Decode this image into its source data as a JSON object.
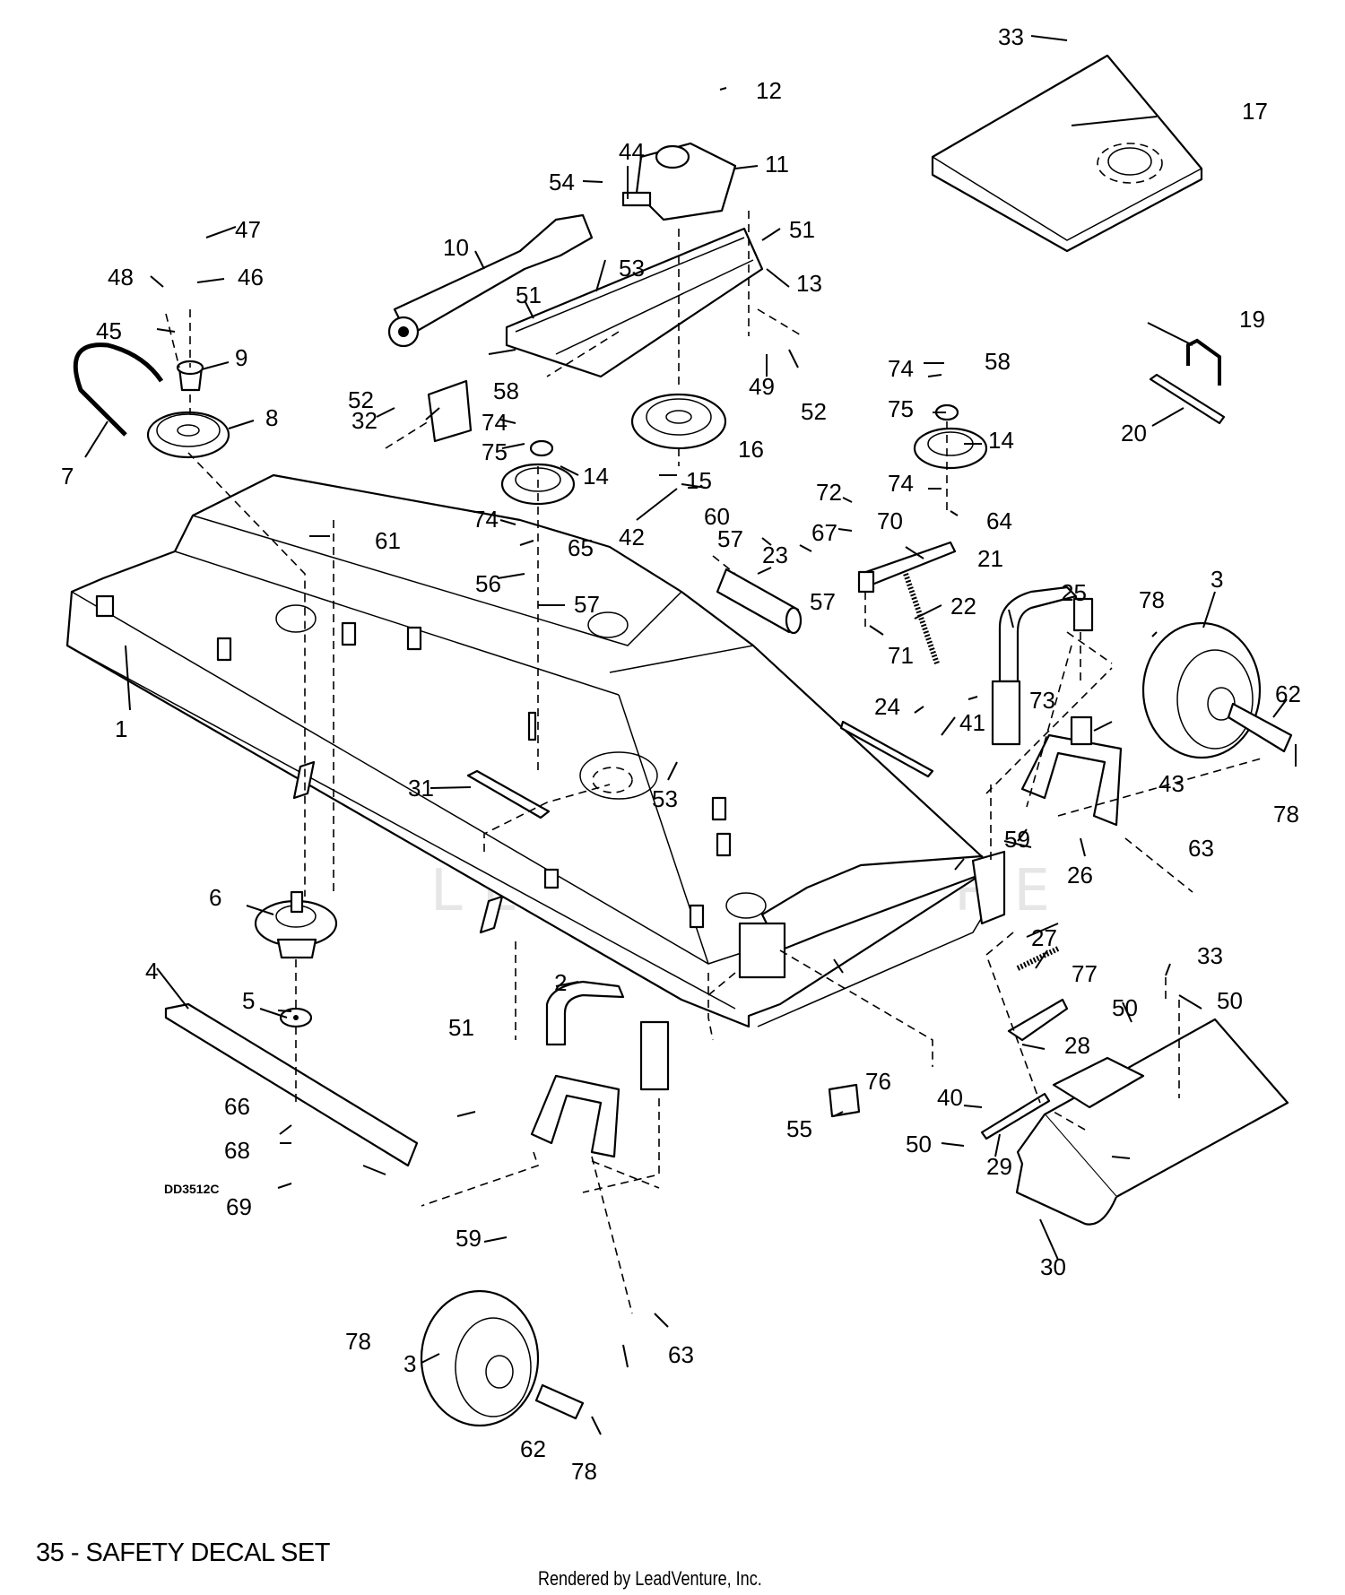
{
  "diagram": {
    "title": "Mower Deck Parts Diagram",
    "code": "DD3512C",
    "watermark": "LEADVENTURE",
    "footnote": "35 - SAFETY DECAL SET",
    "rendered_by": "Rendered by LeadVenture, Inc.",
    "labels": [
      {
        "id": "1",
        "text": "1"
      },
      {
        "id": "2",
        "text": "2"
      },
      {
        "id": "3a",
        "text": "3"
      },
      {
        "id": "3b",
        "text": "3"
      },
      {
        "id": "4",
        "text": "4"
      },
      {
        "id": "5",
        "text": "5"
      },
      {
        "id": "6",
        "text": "6"
      },
      {
        "id": "7",
        "text": "7"
      },
      {
        "id": "8",
        "text": "8"
      },
      {
        "id": "9",
        "text": "9"
      },
      {
        "id": "10",
        "text": "10"
      },
      {
        "id": "11",
        "text": "11"
      },
      {
        "id": "12",
        "text": "12"
      },
      {
        "id": "13",
        "text": "13"
      },
      {
        "id": "14a",
        "text": "14"
      },
      {
        "id": "14b",
        "text": "14"
      },
      {
        "id": "15",
        "text": "15"
      },
      {
        "id": "16",
        "text": "16"
      },
      {
        "id": "17",
        "text": "17"
      },
      {
        "id": "19",
        "text": "19"
      },
      {
        "id": "20",
        "text": "20"
      },
      {
        "id": "21",
        "text": "21"
      },
      {
        "id": "22",
        "text": "22"
      },
      {
        "id": "23",
        "text": "23"
      },
      {
        "id": "24",
        "text": "24"
      },
      {
        "id": "25",
        "text": "25"
      },
      {
        "id": "26",
        "text": "26"
      },
      {
        "id": "27",
        "text": "27"
      },
      {
        "id": "28",
        "text": "28"
      },
      {
        "id": "29",
        "text": "29"
      },
      {
        "id": "30",
        "text": "30"
      },
      {
        "id": "31",
        "text": "31"
      },
      {
        "id": "32",
        "text": "32"
      },
      {
        "id": "33a",
        "text": "33"
      },
      {
        "id": "33b",
        "text": "33"
      },
      {
        "id": "40",
        "text": "40"
      },
      {
        "id": "41",
        "text": "41"
      },
      {
        "id": "42",
        "text": "42"
      },
      {
        "id": "43",
        "text": "43"
      },
      {
        "id": "44",
        "text": "44"
      },
      {
        "id": "45",
        "text": "45"
      },
      {
        "id": "46",
        "text": "46"
      },
      {
        "id": "47",
        "text": "47"
      },
      {
        "id": "48",
        "text": "48"
      },
      {
        "id": "49",
        "text": "49"
      },
      {
        "id": "50a",
        "text": "50"
      },
      {
        "id": "50b",
        "text": "50"
      },
      {
        "id": "50c",
        "text": "50"
      },
      {
        "id": "51a",
        "text": "51"
      },
      {
        "id": "51b",
        "text": "51"
      },
      {
        "id": "51c",
        "text": "51"
      },
      {
        "id": "52a",
        "text": "52"
      },
      {
        "id": "52b",
        "text": "52"
      },
      {
        "id": "53a",
        "text": "53"
      },
      {
        "id": "53b",
        "text": "53"
      },
      {
        "id": "54",
        "text": "54"
      },
      {
        "id": "55",
        "text": "55"
      },
      {
        "id": "56",
        "text": "56"
      },
      {
        "id": "57a",
        "text": "57"
      },
      {
        "id": "57b",
        "text": "57"
      },
      {
        "id": "57c",
        "text": "57"
      },
      {
        "id": "58a",
        "text": "58"
      },
      {
        "id": "58b",
        "text": "58"
      },
      {
        "id": "59a",
        "text": "59"
      },
      {
        "id": "59b",
        "text": "59"
      },
      {
        "id": "60",
        "text": "60"
      },
      {
        "id": "61",
        "text": "61"
      },
      {
        "id": "62a",
        "text": "62"
      },
      {
        "id": "62b",
        "text": "62"
      },
      {
        "id": "63a",
        "text": "63"
      },
      {
        "id": "63b",
        "text": "63"
      },
      {
        "id": "64",
        "text": "64"
      },
      {
        "id": "65",
        "text": "65"
      },
      {
        "id": "66",
        "text": "66"
      },
      {
        "id": "67",
        "text": "67"
      },
      {
        "id": "68",
        "text": "68"
      },
      {
        "id": "69",
        "text": "69"
      },
      {
        "id": "70",
        "text": "70"
      },
      {
        "id": "71",
        "text": "71"
      },
      {
        "id": "72",
        "text": "72"
      },
      {
        "id": "73",
        "text": "73"
      },
      {
        "id": "74a",
        "text": "74"
      },
      {
        "id": "74b",
        "text": "74"
      },
      {
        "id": "74c",
        "text": "74"
      },
      {
        "id": "74d",
        "text": "74"
      },
      {
        "id": "75a",
        "text": "75"
      },
      {
        "id": "75b",
        "text": "75"
      },
      {
        "id": "76",
        "text": "76"
      },
      {
        "id": "77",
        "text": "77"
      },
      {
        "id": "78a",
        "text": "78"
      },
      {
        "id": "78b",
        "text": "78"
      },
      {
        "id": "78c",
        "text": "78"
      },
      {
        "id": "78d",
        "text": "78"
      }
    ]
  }
}
